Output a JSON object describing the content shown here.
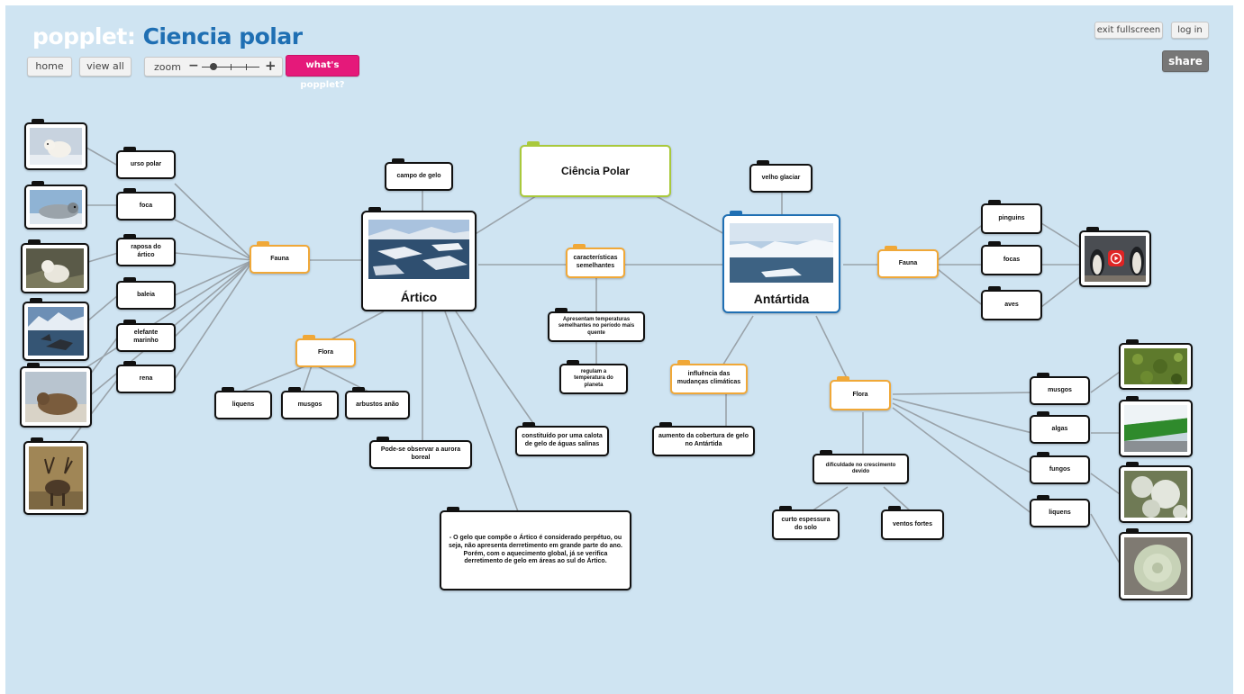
{
  "header": {
    "brand": "popplet",
    "separator": ":",
    "title": "Ciencia polar",
    "buttons": {
      "home": "home",
      "view_all": "view all",
      "zoom": "zoom",
      "zoom_minus": "−",
      "zoom_plus": "+",
      "whats_popplet": "what's popplet?",
      "exit_fullscreen": "exit fullscreen",
      "log_in": "log in",
      "share": "share"
    },
    "zoom_level": 0.2
  },
  "colors": {
    "canvas": "#cfe4f2",
    "brand_blue": "#1f6fb3",
    "pink": "#e5197a",
    "orange": "#f0a838",
    "green": "#a9c93c",
    "edge": "#9aa3aa"
  },
  "nodes": {
    "ciencia_polar": "Ciência Polar",
    "artico": "Ártico",
    "antartida": "Antártida",
    "campo_de_gelo": "campo de gelo",
    "velho_glaciar": "velho glaciar",
    "caracteristicas": "características semelhantes",
    "temperaturas": "Apresentam temperaturas semelhantes no período mais quente",
    "regulam": "regulam a temperatura do planeta",
    "influencia": "influência das mudanças climáticas",
    "aumento": "aumento da cobertura de gelo no Antártida",
    "fauna_artico": "Fauna",
    "urso_polar": "urso polar",
    "foca_artico": "foca",
    "raposa": "raposa do ártico",
    "baleia": "baleia",
    "elefante": "elefante marinho",
    "rena": "rena",
    "flora_artico": "Flora",
    "liquens_artico": "liquens",
    "musgos_artico": "musgos",
    "arbustos": "arbustos anão",
    "aurora": "Pode-se observar a aurora boreal",
    "calota": "constituído por uma calota de gelo de águas salinas",
    "gelo_texto": "- O gelo que compõe o Ártico é considerado perpétuo, ou seja, não apresenta derretimento em grande parte do ano. Porém, com o aquecimento global, já se verifica derretimento de gelo em áreas ao sul do Ártico.",
    "fauna_antartida": "Fauna",
    "pinguins": "pinguins",
    "focas": "focas",
    "aves": "aves",
    "flora_antartida": "Flora",
    "musgos_ant": "musgos",
    "algas": "algas",
    "fungos": "fungos",
    "liquens_ant": "liquens",
    "dificuldade": "dificuldade no crescimento devido",
    "espessura": "curto espessura do solo",
    "ventos": "ventos fortes"
  },
  "photos": {
    "urso_polar": "polar-bear-photo",
    "foca": "seal-photo",
    "raposa": "arctic-fox-photo",
    "baleia": "whale-photo",
    "elefante": "elephant-seal-photo",
    "rena": "reindeer-photo",
    "artico": "arctic-ice-photo",
    "antartida": "antarctic-glacier-photo",
    "pinguins_video": "penguins-video-thumbnail",
    "musgos": "moss-photo",
    "algas": "algae-photo",
    "fungos": "fungi-photo",
    "liquens": "lichen-photo"
  }
}
